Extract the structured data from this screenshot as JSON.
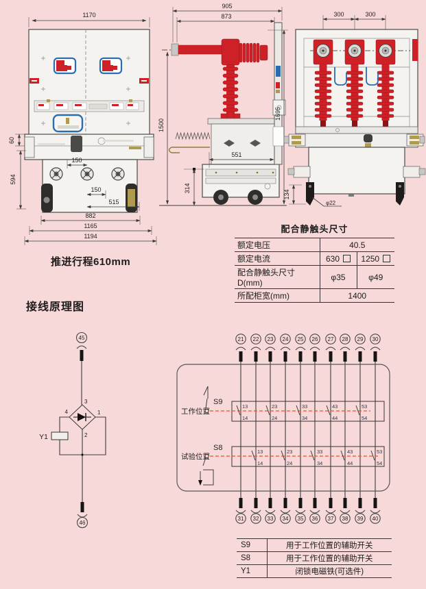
{
  "colors": {
    "background": "#f8d9d9",
    "red": "#ce2127",
    "blue": "#2a6cb0",
    "orange_dashed": "#e8512d",
    "line": "#3b3b3b"
  },
  "front_view": {
    "caption": "推进行程610mm",
    "dims": {
      "d1170": "1170",
      "d60": "60",
      "d594": "594",
      "d150a": "150",
      "d150b": "150",
      "d515": "515",
      "d882": "882",
      "d1165": "1165",
      "d1194": "1194"
    }
  },
  "side_view": {
    "dims": {
      "d905": "905",
      "d873": "873",
      "d1500": "1500",
      "d1695": "1695",
      "d551": "551",
      "d314": "314"
    }
  },
  "rear_view": {
    "dims": {
      "d300a": "300",
      "d300b": "300",
      "d134": "134",
      "dphi22": "φ22"
    }
  },
  "contact_table": {
    "title": "配合静触头尺寸",
    "rows": [
      {
        "label": "额定电压",
        "value": "40.5"
      },
      {
        "label": "额定电流",
        "v1": "630",
        "v2": "1250"
      },
      {
        "label": "配合静触头尺寸D(mm)",
        "v1": "φ35",
        "v2": "φ49"
      },
      {
        "label": "所配柜宽(mm)",
        "value": "1400"
      }
    ]
  },
  "wiring": {
    "heading": "接线原理图",
    "left_branch": {
      "t45": "45",
      "t46": "46",
      "y1": "Y1",
      "p1": "1",
      "p2": "2",
      "p3": "3",
      "p4": "4"
    },
    "sw": {
      "s9": "S9",
      "s8": "S8",
      "work": "工作位置",
      "test": "试验位置"
    },
    "top_terminals": [
      "21",
      "22",
      "23",
      "24",
      "25",
      "26",
      "27",
      "28",
      "29",
      "30"
    ],
    "bottom_terminals": [
      "31",
      "32",
      "33",
      "34",
      "35",
      "36",
      "37",
      "38",
      "39",
      "40"
    ],
    "contacts_top": [
      "13",
      "23",
      "33",
      "43",
      "53"
    ],
    "contacts_bottom": [
      "14",
      "24",
      "34",
      "44",
      "54"
    ]
  },
  "legend_table": {
    "rows": [
      {
        "key": "S9",
        "desc": "用于工作位置的辅助开关"
      },
      {
        "key": "S8",
        "desc": "用于工作位置的辅助开关"
      },
      {
        "key": "Y1",
        "desc": "闭锁电磁铁(可选件)"
      }
    ]
  }
}
